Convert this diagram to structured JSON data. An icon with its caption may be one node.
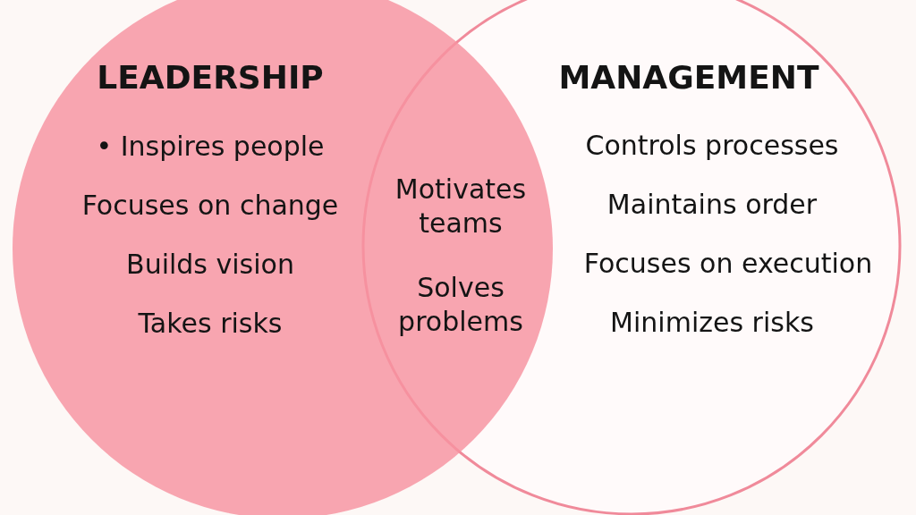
{
  "diagram": {
    "nodes": [
      {
        "text": [
          "LEADERSHIP",
          "• Inspires people",
          "Focuses on change",
          "Builds vision",
          "Takes risks"
        ]
      },
      {
        "text": [
          "MANAGEMENT",
          "Controls processes",
          "Maintains order",
          "Focuses on execution",
          "Minimizes risks"
        ]
      }
    ],
    "edges": [],
    "labels": [
      "Motivates teams",
      "Solves problems"
    ]
  }
}
